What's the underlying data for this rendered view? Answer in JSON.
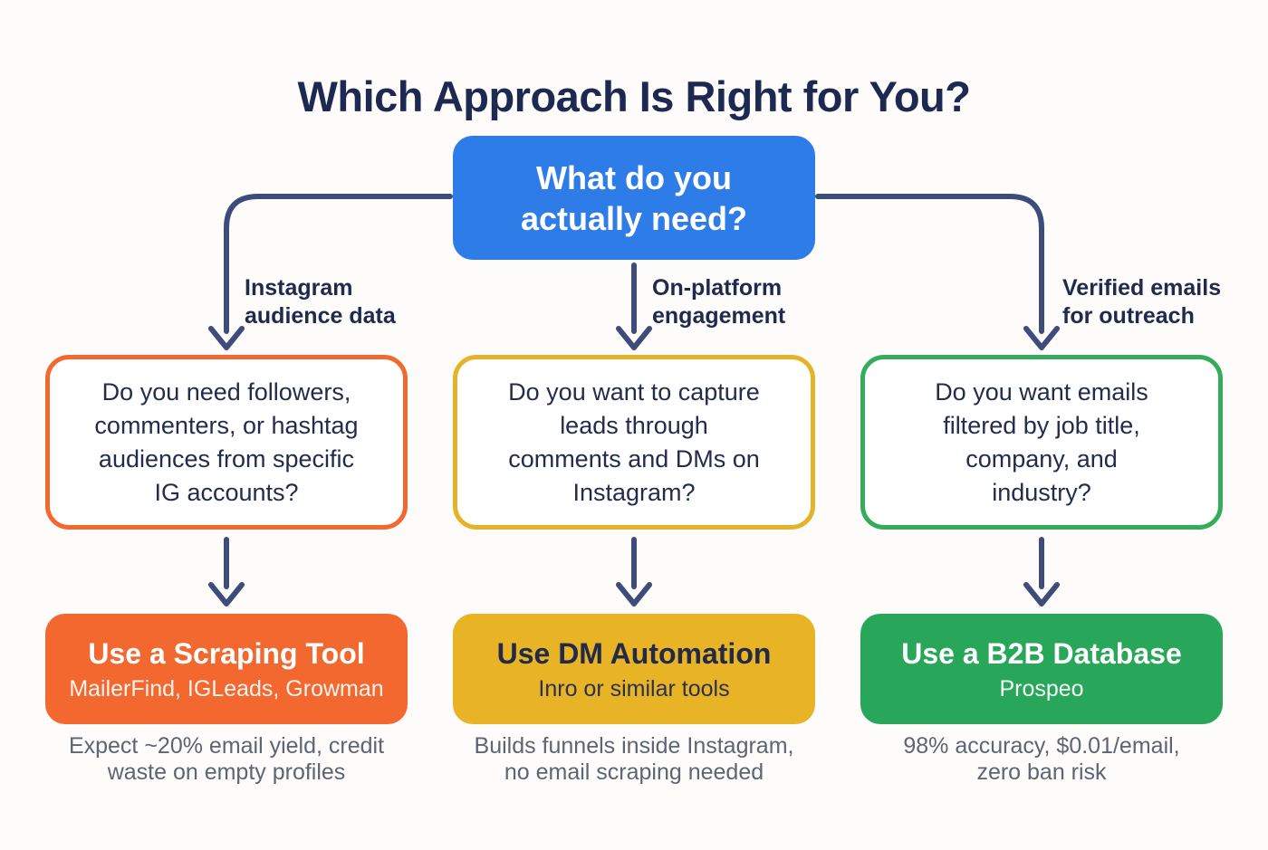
{
  "page": {
    "title": "Which Approach Is Right for You?",
    "background_color": "#fdfcfa",
    "text_color": "#1d2951",
    "connector_color": "#3e4c7c",
    "caption_color": "#5d6474"
  },
  "root_node": {
    "line1": "What do you",
    "line2": "actually need?",
    "color": "#2e7ce8"
  },
  "branches": [
    {
      "id": "scraping-tool",
      "accent_color": "#f2682e",
      "branch_label_lines": [
        "Instagram",
        "audience data"
      ],
      "question_lines": [
        "Do you need followers,",
        "commenters, or hashtag",
        "audiences from specific",
        "IG accounts?"
      ],
      "result_title": "Use a Scraping Tool",
      "result_subtitle": "MailerFind, IGLeads, Growman",
      "caption_lines": [
        "Expect ~20% email yield, credit",
        "waste on empty profiles"
      ]
    },
    {
      "id": "dm-automation",
      "accent_color": "#e8b426",
      "branch_label_lines": [
        "On-platform",
        "engagement"
      ],
      "question_lines": [
        "Do you want to capture",
        "leads through",
        "comments and DMs on",
        "Instagram?"
      ],
      "result_title": "Use DM Automation",
      "result_subtitle": "Inro or similar tools",
      "caption_lines": [
        "Builds funnels inside Instagram,",
        "no email scraping needed"
      ]
    },
    {
      "id": "b2b-database",
      "accent_color": "#28a65a",
      "branch_label_lines": [
        "Verified emails",
        "for outreach"
      ],
      "question_lines": [
        "Do you want emails",
        "filtered by job title,",
        "company, and",
        "industry?"
      ],
      "result_title": "Use a B2B Database",
      "result_subtitle": "Prospeo",
      "caption_lines": [
        "98% accuracy, $0.01/email,",
        "zero ban risk"
      ]
    }
  ]
}
